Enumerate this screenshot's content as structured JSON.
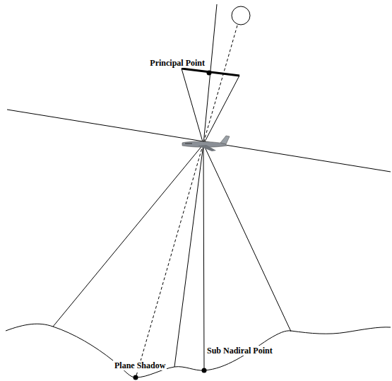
{
  "diagram": {
    "labels": [
      "Principal Point",
      "Sub Nadiral Point",
      "Plane Shadow"
    ]
  }
}
